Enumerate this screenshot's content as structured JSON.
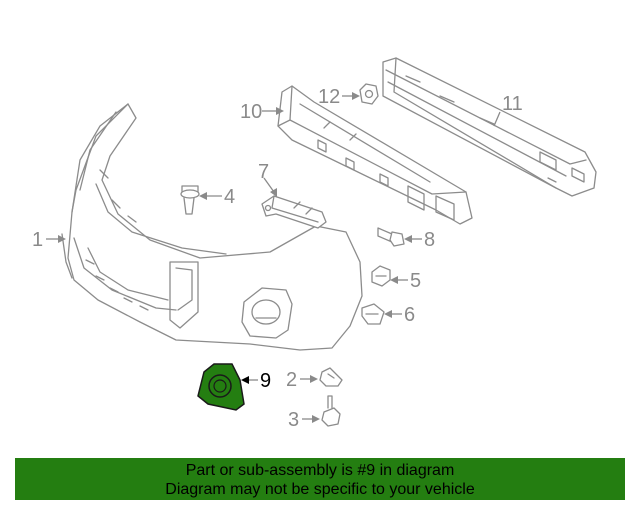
{
  "parts": [
    {
      "number": "1"
    },
    {
      "number": "2"
    },
    {
      "number": "3"
    },
    {
      "number": "4"
    },
    {
      "number": "5"
    },
    {
      "number": "6"
    },
    {
      "number": "7"
    },
    {
      "number": "8"
    },
    {
      "number": "9",
      "highlighted": true
    },
    {
      "number": "10"
    },
    {
      "number": "11"
    },
    {
      "number": "12"
    }
  ],
  "highlight_color": "#247e11",
  "banner": {
    "line1": "Part or sub-assembly is #9 in diagram",
    "line2": "Diagram may not be specific to your vehicle",
    "background": "#247e11"
  }
}
